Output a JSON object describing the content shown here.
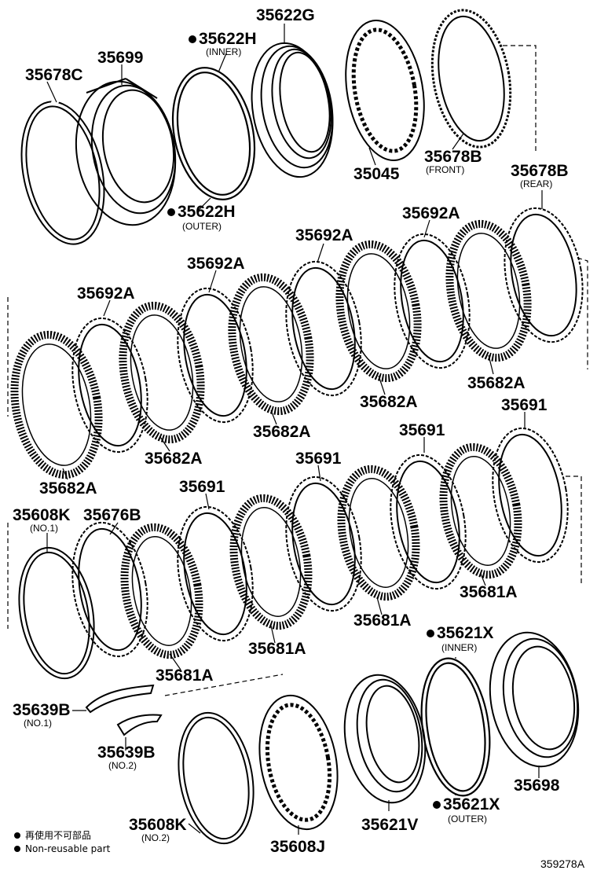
{
  "parts": {
    "p35678C": "35678C",
    "p35699": "35699",
    "p35622H_inner": "35622H",
    "inner_a": "(INNER)",
    "p35622G": "35622G",
    "p35045": "35045",
    "p35622H_outer": "35622H",
    "outer_a": "(OUTER)",
    "p35678B_front": "35678B",
    "front": "(FRONT)",
    "p35678B_rear": "35678B",
    "rear": "(REAR)",
    "p35692A": "35692A",
    "p35682A": "35682A",
    "p35691": "35691",
    "p35681A": "35681A",
    "p35608K_no1": "35608K",
    "no1_a": "(NO.1)",
    "p35676B": "35676B",
    "p35621X_inner": "35621X",
    "inner_b": "(INNER)",
    "p35621X_outer": "35621X",
    "outer_b": "(OUTER)",
    "p35639B_no1": "35639B",
    "no1_b": "(NO.1)",
    "p35639B_no2": "35639B",
    "no2_a": "(NO.2)",
    "p35698": "35698",
    "p35608K_no2": "35608K",
    "no2_b": "(NO.2)",
    "p35608J": "35608J",
    "p35621V": "35621V"
  },
  "legend": {
    "line1": "再使用不可部品",
    "line2": "Non-reusable part"
  },
  "figure_code": "359278A"
}
